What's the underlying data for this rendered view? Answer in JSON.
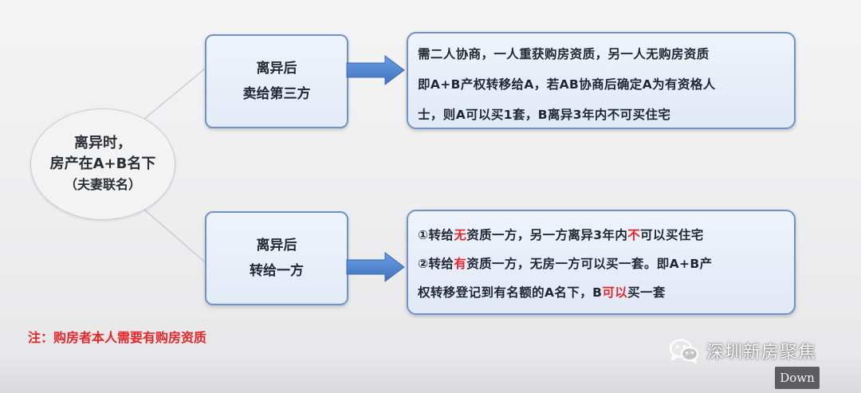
{
  "root": {
    "line1": "离异时，",
    "line2": "房产在A+B名下",
    "line3": "（夫妻联名）"
  },
  "branches": [
    {
      "line1": "离异后",
      "line2": "卖给第三方"
    },
    {
      "line1": "离异后",
      "line2": "转给一方"
    }
  ],
  "results": {
    "r1": {
      "line1": "需二人协商，一人重获购房资质，另一人无购房资质",
      "line2": "即A+B产权转移给A，若AB协商后确定A为有资格人",
      "line3": "士，则A可以买1套，B离异3年内不可买住宅"
    },
    "r2": {
      "l1a": "①转给",
      "l1b": "无",
      "l1c": "资质一方，另一方离异3年内",
      "l1d": "不",
      "l1e": "可以买住宅",
      "l2a": "②转给",
      "l2b": "有",
      "l2c": "资质一方，无房一方可以买一套。即A+B产",
      "l3a": "权转移登记到有名额的A名下，B",
      "l3b": "可以",
      "l3c": "买一套"
    }
  },
  "note": "注：购房者本人需要有购房资质",
  "watermark": "深圳新房聚焦",
  "down_label": "Down",
  "colors": {
    "box_border": "#6f93c8",
    "arrow_fill": "#4f86d0",
    "highlight": "#e3262a"
  }
}
